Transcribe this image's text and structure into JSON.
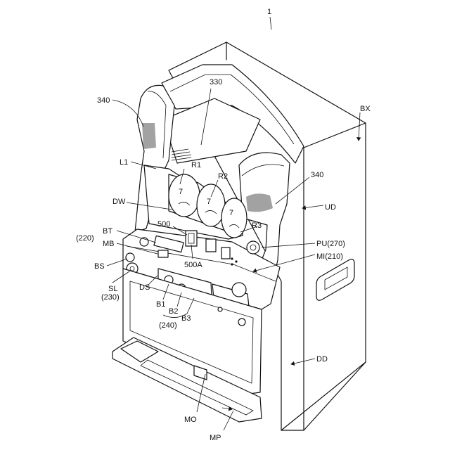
{
  "figure_number": "1",
  "labels": {
    "l_330": "330",
    "l_340a": "340",
    "l_340b": "340",
    "l_bx": "BX",
    "l_l1": "L1",
    "l_r1": "R1",
    "l_r2": "R2",
    "l_r3": "R3",
    "l_dw": "DW",
    "l_ud": "UD",
    "l_500": "500",
    "l_500a": "500A",
    "l_bt": "BT",
    "l_220": "(220)",
    "l_mb": "MB",
    "l_pu": "PU(270)",
    "l_mi": "MI(210)",
    "l_bs": "BS",
    "l_sl": "SL",
    "l_230": "(230)",
    "l_ds": "DS",
    "l_b1": "B1",
    "l_b2": "B2",
    "l_b3": "B3",
    "l_240": "(240)",
    "l_dd": "DD",
    "l_mo": "MO",
    "l_mp": "MP"
  }
}
